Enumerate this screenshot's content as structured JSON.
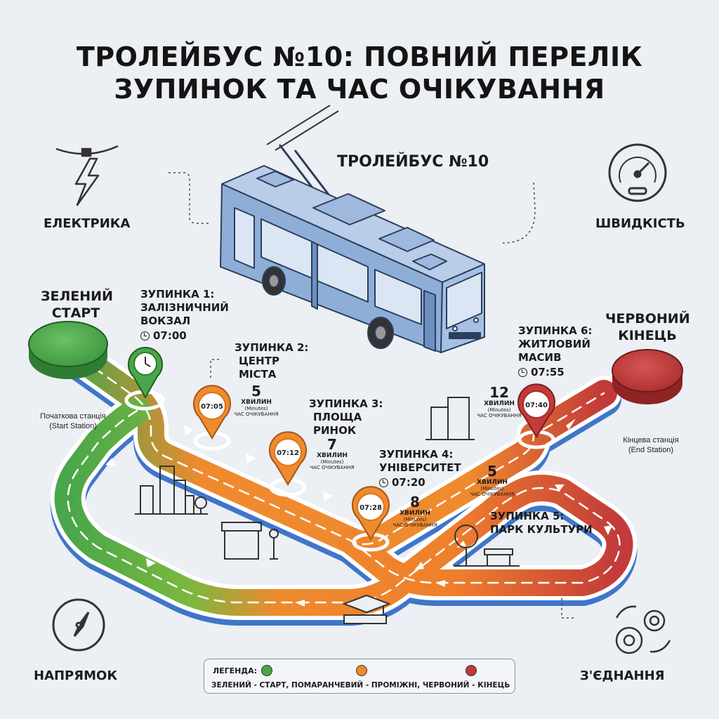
{
  "title": {
    "line1": "ТРОЛЕЙБУС №10: ПОВНИЙ ПЕРЕЛІК",
    "line2": "ЗУПИНОК ТА ЧАС ОЧІКУВАННЯ"
  },
  "bus_label": "ТРОЛЕЙБУС №10",
  "corners": {
    "electricity": "ЕЛЕКТРИКА",
    "speed": "ШВИДКІСТЬ",
    "direction": "НАПРЯМОК",
    "connection": "З'ЄДНАННЯ"
  },
  "start": {
    "label_line1": "ЗЕЛЕНИЙ",
    "label_line2": "СТАРТ",
    "note_line1": "Початкова станція",
    "note_line2": "(Start Station)"
  },
  "end": {
    "label_line1": "ЧЕРВОНИЙ",
    "label_line2": "КІНЕЦЬ",
    "note_line1": "Кінцева станція",
    "note_line2": "(End Station)"
  },
  "stops": [
    {
      "line1": "ЗУПИНКА 1:",
      "line2": "ЗАЛІЗНИЧНИЙ",
      "line3": "ВОКЗАЛ",
      "time": "07:00"
    },
    {
      "line1": "ЗУПИНКА 2:",
      "line2": "ЦЕНТР",
      "line3": "МІСТА",
      "pin_time": "07:05"
    },
    {
      "line1": "ЗУПИНКА 3:",
      "line2": "ПЛОЩА",
      "line3": "РИНОК",
      "pin_time": "07:12"
    },
    {
      "line1": "ЗУПИНКА 4:",
      "line2": "УНІВЕРСИТЕТ",
      "time": "07:20",
      "pin_time": "07:28"
    },
    {
      "line1": "ЗУПИНКА 5:",
      "line2": "ПАРК КУЛЬТУРИ"
    },
    {
      "line1": "ЗУПИНКА 6:",
      "line2": "ЖИТЛОВИЙ",
      "line3": "МАСИВ",
      "time": "07:55",
      "pin_time": "07:40"
    }
  ],
  "waits": [
    {
      "minutes": "5",
      "unit": "ХВИЛИН",
      "en": "(Minutes)",
      "caption": "ЧАС ОЧІКУВАННЯ"
    },
    {
      "minutes": "7",
      "unit": "ХВИЛИН",
      "en": "(Minutes)",
      "caption": "ЧАС ОЧІКУВАННЯ"
    },
    {
      "minutes": "8",
      "unit": "ХВИЛИН",
      "en": "(Minutes)",
      "caption": "ЧАС ОЧІКУВАННЯ"
    },
    {
      "minutes": "12",
      "unit": "ХВИЛИН",
      "en": "(Minutes)",
      "caption": "ЧАС ОЧІКУВАННЯ"
    },
    {
      "minutes": "5",
      "unit": "ХВИЛИН",
      "en": "(Minutes)",
      "caption": "ЧАС ОЧІКУВАННЯ"
    }
  ],
  "legend": {
    "heading": "ЛЕГЕНДА:",
    "text": "ЗЕЛЕНИЙ - СТАРТ,  ПОМАРАНЧЕВИЙ - ПРОМІЖНІ,  ЧЕРВОНИЙ - КІНЕЦЬ"
  },
  "colors": {
    "green": "#4aa64a",
    "orange": "#ef8a2e",
    "red": "#c23a3a",
    "blue_edge": "#3f76c9",
    "bus_body": "#8eaed8"
  },
  "icons": [
    "lightning-icon",
    "speedometer-icon",
    "compass-icon",
    "gears-icon",
    "clock-icon",
    "city-icon",
    "market-stall-icon",
    "park-bench-icon",
    "graduation-cap-icon"
  ]
}
